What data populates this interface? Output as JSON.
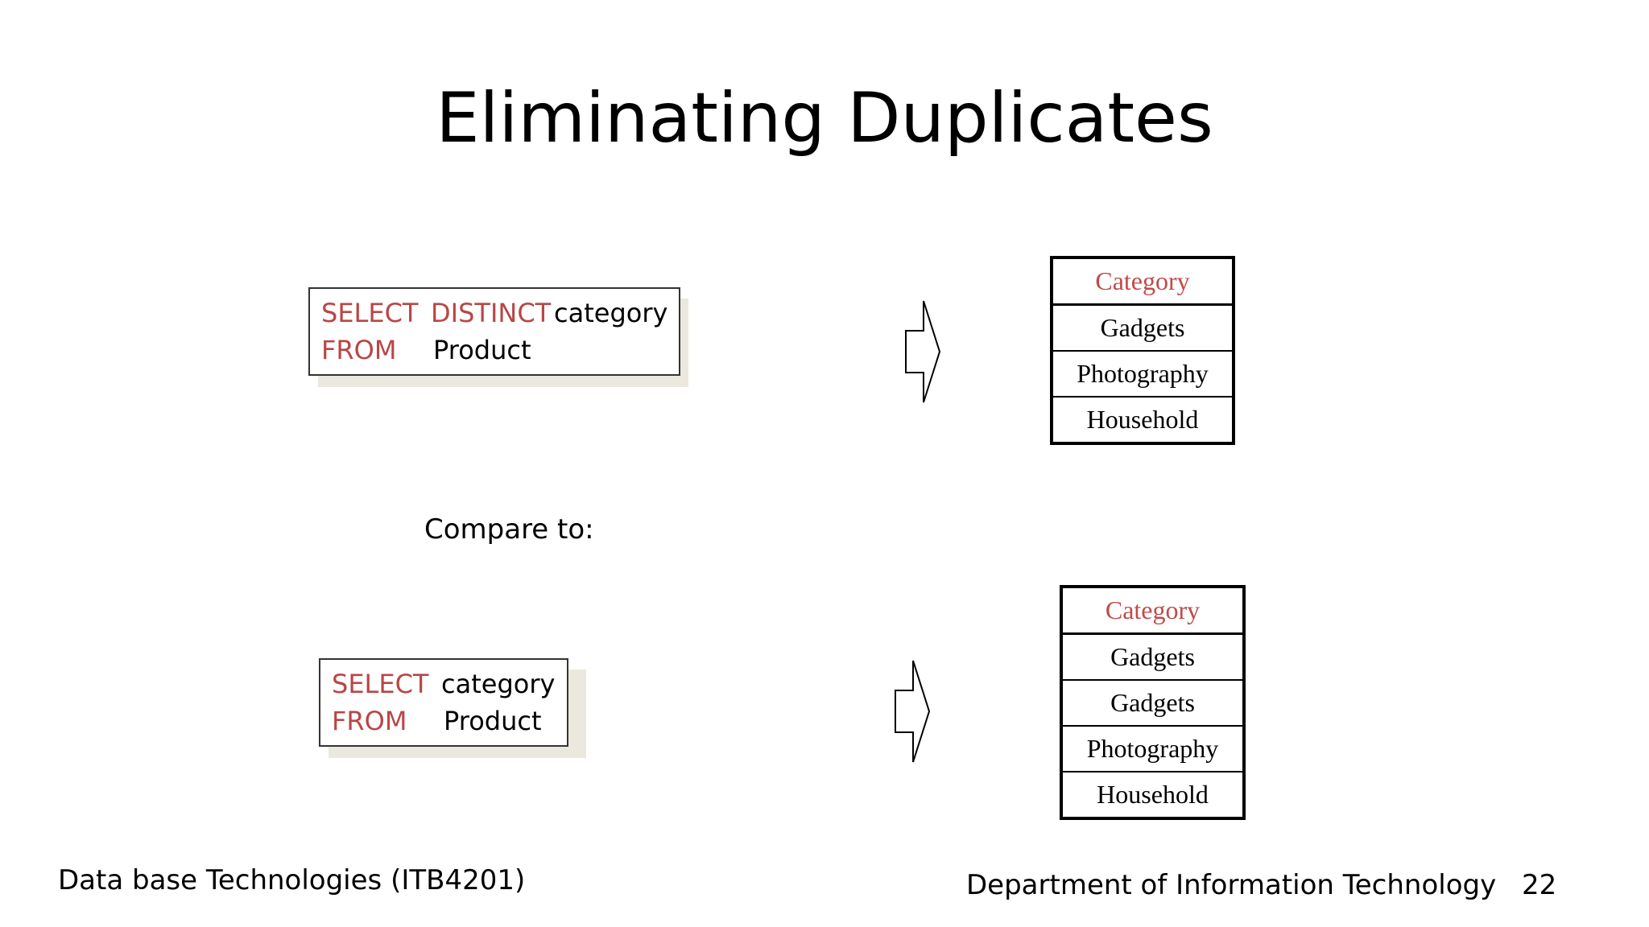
{
  "slide": {
    "title": "Eliminating Duplicates",
    "query1": {
      "select_kw": "SELECT",
      "distinct_kw": "DISTINCT",
      "column": "category",
      "from_kw": "FROM",
      "table": "Product"
    },
    "result1": {
      "header": "Category",
      "rows": [
        "Gadgets",
        "Photography",
        "Household"
      ]
    },
    "compare_label": "Compare to:",
    "query2": {
      "select_kw": "SELECT",
      "column": "category",
      "from_kw": "FROM",
      "table": "Product"
    },
    "result2": {
      "header": "Category",
      "rows": [
        "Gadgets",
        "Gadgets",
        "Photography",
        "Household"
      ]
    },
    "footer": {
      "course": "Data base Technologies (ITB4201)",
      "department": "Department of Information Technology",
      "page_number": "22"
    }
  },
  "colors": {
    "keyword": "#b94646",
    "header_text": "#c04a4a",
    "shadow": "#ebe9dd"
  },
  "icons": {
    "arrow1": "right-arrow-icon",
    "arrow2": "right-arrow-icon"
  }
}
